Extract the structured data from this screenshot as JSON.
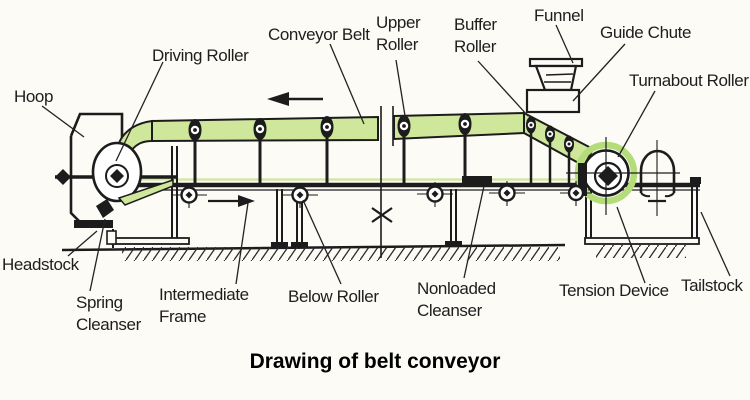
{
  "title": "Drawing of belt conveyor",
  "colors": {
    "belt_green": "#cfe79b",
    "belt_halo": "#b4dc79",
    "line": "#1c1c1c",
    "background": "#fcfbf6"
  },
  "labels": {
    "hoop": "Hoop",
    "driving_roller": "Driving Roller",
    "conveyor_belt": "Conveyor Belt",
    "upper_roller": "Upper Roller",
    "buffer_roller": "Buffer Roller",
    "funnel": "Funnel",
    "guide_chute": "Guide Chute",
    "turnabout_roller": "Turnabout Roller",
    "headstock": "Headstock",
    "spring_cleanser": "Spring Cleanser",
    "intermediate_frame": "Intermediate Frame",
    "below_roller": "Below Roller",
    "nonloaded_cleanser": "Nonloaded Cleanser",
    "tension_device": "Tension Device",
    "tailstock": "Tailstock"
  }
}
